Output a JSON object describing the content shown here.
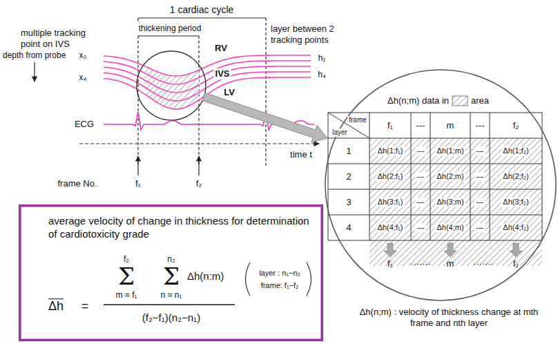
{
  "diagram": {
    "nodes": [
      {
        "text": [
          "Δh(n;m) data in",
          "area"
        ]
      },
      {
        "text": [
          "average velocity of change in thickness for determination of cardiotoxicity grade",
          "Δh",
          "=",
          "f₂",
          "Σ",
          "m = f₁",
          "n₂",
          "Σ",
          "n = n₁",
          "Δh(n:m)",
          "(f₂−f₁)(n₂−n₁)",
          "layer : n₁−n₂",
          "frame: f₁−f₂"
        ]
      }
    ],
    "labels": [
      "1 cardiac cycle",
      "multiple tracking point on IVS",
      "thickening period",
      "layer between 2 tracking points",
      "depth from probe",
      "x₀",
      "RV",
      "h₁",
      "IVS",
      "h₄",
      "x₄",
      "LV",
      "ECG",
      "time t",
      "frame No.",
      "f₁",
      "f₂",
      "frame",
      "layer",
      "f₁",
      "---",
      "m",
      "---",
      "f₂",
      "1",
      "Δh(1;f₁)",
      "---",
      "Δh(1;m)",
      "---",
      "Δh(1;f₂)",
      "2",
      "Δh(2;f₁)",
      "---",
      "Δh(2;m)",
      "---",
      "Δh(2;f₂)",
      "3",
      "Δh(3;f₁)",
      "---",
      "Δh(3;m)",
      "---",
      "Δh(3;f₂)",
      "4",
      "Δh(4;f₁)",
      "---",
      "Δh(4;m)",
      "---",
      "Δh(4;f₂)",
      "f₁",
      "·······",
      "m",
      "·······",
      "f₂",
      "Δh(n;m) : velocity of thickness change at mth frame and nth layer"
    ]
  }
}
